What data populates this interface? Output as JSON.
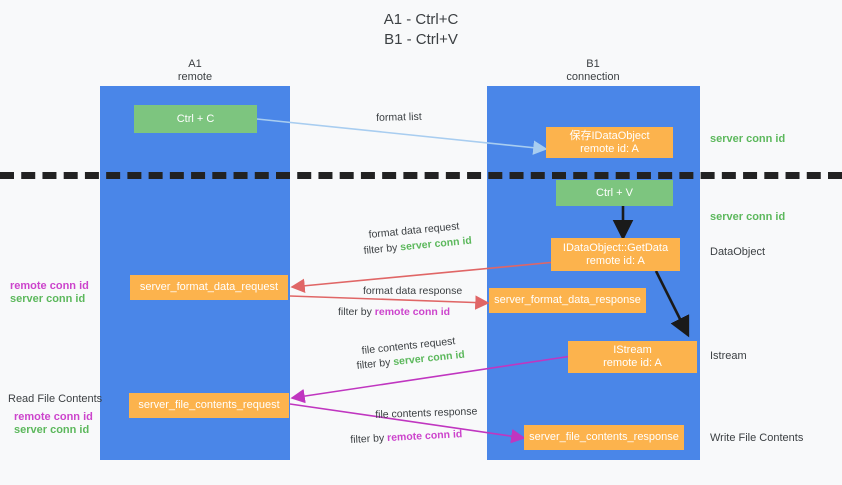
{
  "title": "A1 - Ctrl+C\nB1 - Ctrl+V",
  "lanes": [
    {
      "name": "lane-a1",
      "header": "A1\nremote"
    },
    {
      "name": "lane-b1",
      "header": "B1\nconnection"
    }
  ],
  "nodes": [
    {
      "id": "ctrl-c",
      "label": "Ctrl + C",
      "color": "green"
    },
    {
      "id": "save-idataobject",
      "label": "保存IDataObject\nremote id: A",
      "color": "orange"
    },
    {
      "id": "ctrl-v",
      "label": "Ctrl + V",
      "color": "green"
    },
    {
      "id": "idataobject-getdata",
      "label": "IDataObject::GetData\nremote id: A",
      "color": "orange"
    },
    {
      "id": "server-format-data-request",
      "label": "server_format_data_request",
      "color": "orange"
    },
    {
      "id": "server-format-data-response",
      "label": "server_format_data_response",
      "color": "orange"
    },
    {
      "id": "istream",
      "label": "IStream\nremote id: A",
      "color": "orange"
    },
    {
      "id": "server-file-contents-request",
      "label": "server_file_contents_request",
      "color": "orange"
    },
    {
      "id": "server-file-contents-response",
      "label": "server_file_contents_response",
      "color": "orange"
    }
  ],
  "edge_labels": {
    "format_list": "format list",
    "format_data_request": "format data request",
    "format_data_request_filter_prefix": "filter by ",
    "format_data_request_filter_value": "server conn id",
    "format_data_response": "format data response",
    "format_data_response_filter_prefix": "filter by ",
    "format_data_response_filter_value": "remote conn id",
    "file_contents_request": "file contents request",
    "file_contents_request_filter_prefix": "filter by ",
    "file_contents_request_filter_value": "server conn id",
    "file_contents_response": "file contents response",
    "file_contents_response_filter_prefix": "filter by ",
    "file_contents_response_filter_value": "remote conn id"
  },
  "annotations": {
    "right_server_conn_id_top": "server conn id",
    "right_server_conn_id_mid": "server conn id",
    "right_dataobject": "DataObject",
    "right_istream": "Istream",
    "right_write_file_contents": "Write File Contents",
    "left_remote_conn_id_top": "remote conn id",
    "left_server_conn_id_top": "server conn id",
    "left_read_file_contents": "Read File Contents",
    "left_remote_conn_id_bottom": "remote conn id",
    "left_server_conn_id_bottom": "server conn id"
  },
  "colors": {
    "lane": "#4a86e8",
    "green_node": "#7dc57f",
    "orange_node": "#fcb34d",
    "green_text": "#5cb85c",
    "magenta_text": "#cc44cc",
    "light_blue_arrow": "#a8cdf0",
    "red_arrow": "#e06666",
    "magenta_arrow": "#c036c0",
    "black_arrow": "#1a1a1a",
    "background": "#f8f9fa"
  }
}
